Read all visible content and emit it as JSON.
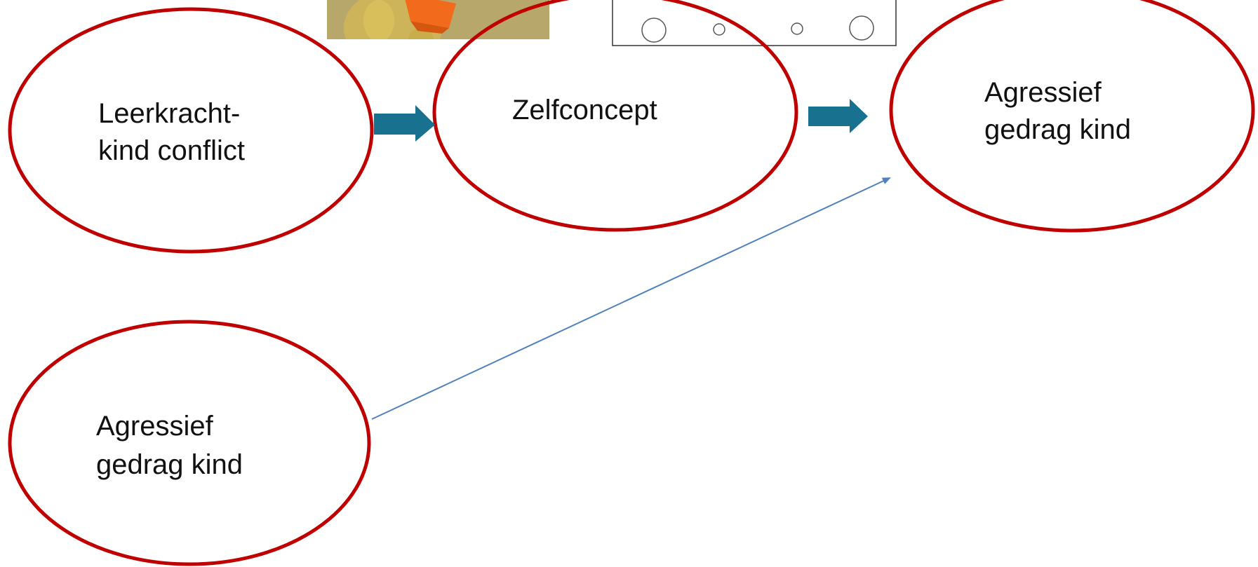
{
  "colors": {
    "background": "#ffffff",
    "node_outline": "#c00000",
    "block_arrow": "#17718f",
    "thin_arrow": "#4f81bd",
    "text": "#111111",
    "puppet_backdrop": "#b8a76a",
    "puppet_body": "#d8bf5b",
    "puppet_beak": "#f26a1b"
  },
  "nodes": {
    "teacher_child_conflict": {
      "line1": "Leerkracht-",
      "line2": "kind conflict"
    },
    "self_concept": {
      "line1": "Zelfconcept"
    },
    "aggressive_behavior_outcome": {
      "line1": "Agressief",
      "line2": "gedrag kind"
    },
    "aggressive_behavior_baseline": {
      "line1": "Agressief",
      "line2": "gedrag kind"
    }
  },
  "images": {
    "puppet_photo": {
      "icon": "duck-puppet-photo"
    },
    "rating_scale_card": {
      "icon": "rating-scale-circles",
      "circles": 4
    }
  }
}
